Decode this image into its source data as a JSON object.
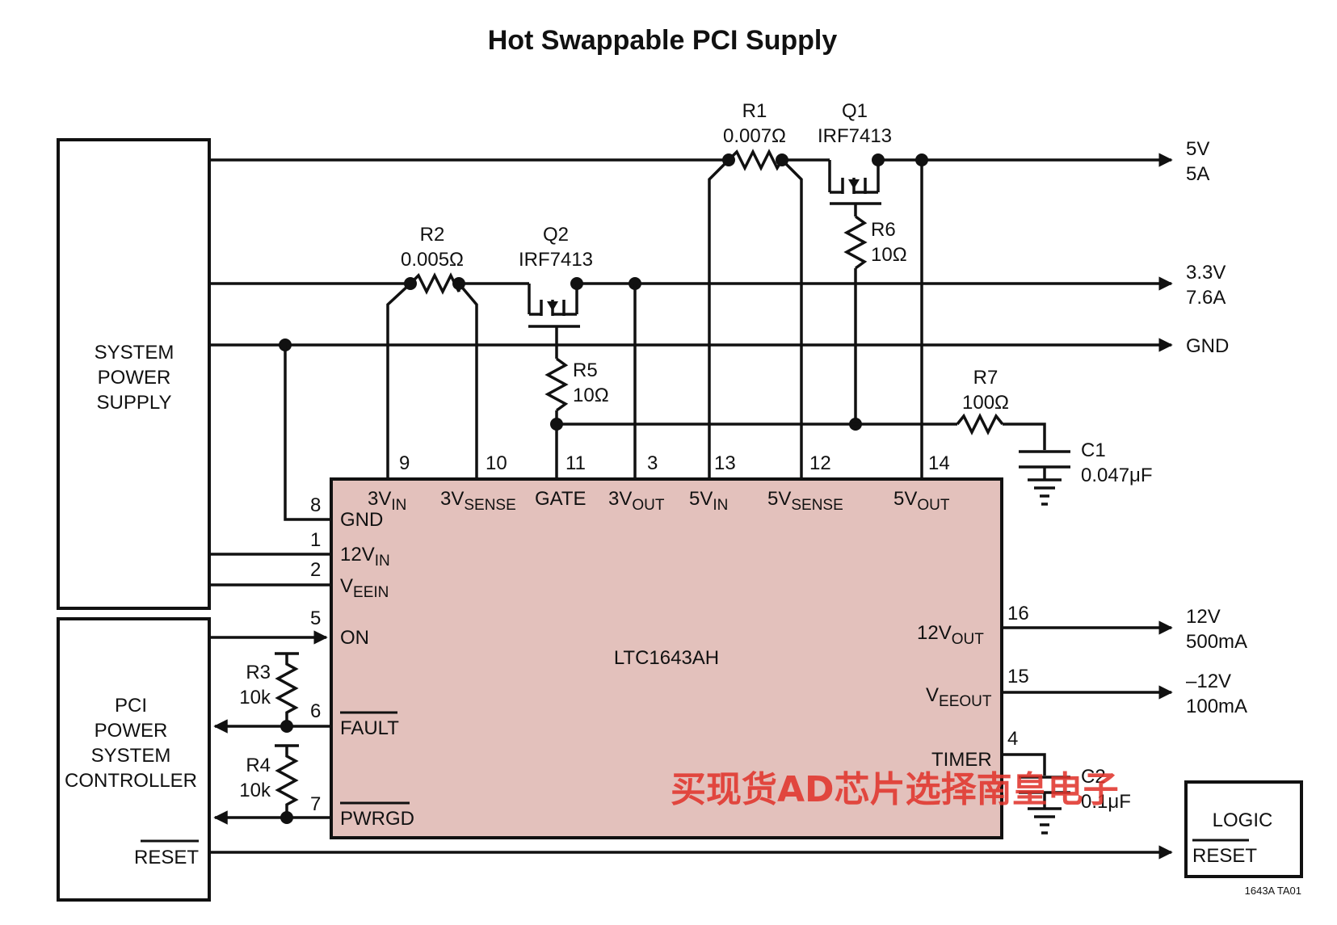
{
  "title": "Hot Swappable PCI Supply",
  "blocks": {
    "system_power_supply": [
      "SYSTEM",
      "POWER",
      "SUPPLY"
    ],
    "pci_controller": [
      "PCI",
      "POWER",
      "SYSTEM",
      "CONTROLLER"
    ],
    "pci_controller_reset": "RESET",
    "logic": "LOGIC",
    "logic_reset": "RESET"
  },
  "chip": {
    "name": "LTC1643AH",
    "pins_top": [
      {
        "num": "9",
        "label": "3V",
        "sub": "IN"
      },
      {
        "num": "10",
        "label": "3V",
        "sub": "SENSE"
      },
      {
        "num": "11",
        "label": "GATE",
        "sub": ""
      },
      {
        "num": "3",
        "label": "3V",
        "sub": "OUT"
      },
      {
        "num": "13",
        "label": "5V",
        "sub": "IN"
      },
      {
        "num": "12",
        "label": "5V",
        "sub": "SENSE"
      },
      {
        "num": "14",
        "label": "5V",
        "sub": "OUT"
      }
    ],
    "pins_left": [
      {
        "num": "8",
        "label": "GND",
        "sub": ""
      },
      {
        "num": "1",
        "label": "12V",
        "sub": "IN"
      },
      {
        "num": "2",
        "label": "V",
        "sub": "EEIN"
      },
      {
        "num": "5",
        "label": "ON",
        "sub": ""
      },
      {
        "num": "6",
        "label": "FAULT",
        "sub": ""
      },
      {
        "num": "7",
        "label": "PWRGD",
        "sub": ""
      }
    ],
    "pins_right": [
      {
        "num": "16",
        "label": "12V",
        "sub": "OUT"
      },
      {
        "num": "15",
        "label": "V",
        "sub": "EEOUT"
      },
      {
        "num": "4",
        "label": "TIMER",
        "sub": ""
      }
    ]
  },
  "components": {
    "r1": {
      "ref": "R1",
      "value": "0.007Ω"
    },
    "q1": {
      "ref": "Q1",
      "value": "IRF7413"
    },
    "r2": {
      "ref": "R2",
      "value": "0.005Ω"
    },
    "q2": {
      "ref": "Q2",
      "value": "IRF7413"
    },
    "r5": {
      "ref": "R5",
      "value": "10Ω"
    },
    "r6": {
      "ref": "R6",
      "value": "10Ω"
    },
    "r7": {
      "ref": "R7",
      "value": "100Ω"
    },
    "c1": {
      "ref": "C1",
      "value": "0.047μF"
    },
    "c2": {
      "ref": "C2",
      "value": "0.1μF"
    },
    "r3": {
      "ref": "R3",
      "value": "10k"
    },
    "r4": {
      "ref": "R4",
      "value": "10k"
    }
  },
  "outputs": {
    "v5": [
      "5V",
      "5A"
    ],
    "v33": [
      "3.3V",
      "7.6A"
    ],
    "gnd": "GND",
    "v12": [
      "12V",
      "500mA"
    ],
    "vneg12": [
      "–12V",
      "100mA"
    ]
  },
  "figure_code": "1643A TA01",
  "watermark": "买现货AD芯片选择南皇电子"
}
